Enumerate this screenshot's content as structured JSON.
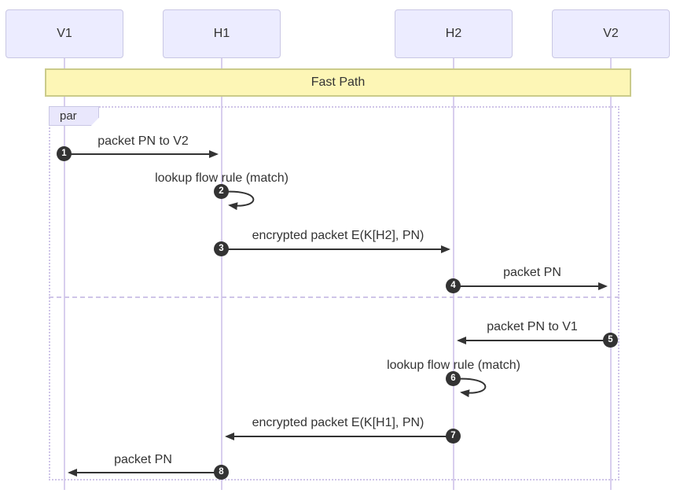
{
  "diagram": {
    "type": "sequence-diagram",
    "participants": [
      {
        "id": "V1",
        "label": "V1"
      },
      {
        "id": "H1",
        "label": "H1"
      },
      {
        "id": "H2",
        "label": "H2"
      },
      {
        "id": "V2",
        "label": "V2"
      }
    ],
    "note_band": {
      "label": "Fast Path"
    },
    "par_block": {
      "label": "par"
    },
    "messages": [
      {
        "num": "1",
        "label": "packet PN to V2",
        "from": "V1",
        "to": "H1",
        "kind": "solid-arrow"
      },
      {
        "num": "2",
        "label": "lookup flow rule (match)",
        "from": "H1",
        "to": "H1",
        "kind": "self-loop"
      },
      {
        "num": "3",
        "label": "encrypted packet E(K[H2], PN)",
        "from": "H1",
        "to": "H2",
        "kind": "solid-arrow"
      },
      {
        "num": "4",
        "label": "packet PN",
        "from": "H2",
        "to": "V2",
        "kind": "solid-arrow"
      },
      {
        "num": "5",
        "label": "packet PN to V1",
        "from": "V2",
        "to": "H2",
        "kind": "solid-arrow"
      },
      {
        "num": "6",
        "label": "lookup flow rule (match)",
        "from": "H2",
        "to": "H2",
        "kind": "self-loop"
      },
      {
        "num": "7",
        "label": "encrypted packet E(K[H1], PN)",
        "from": "H2",
        "to": "H1",
        "kind": "solid-arrow"
      },
      {
        "num": "8",
        "label": "packet PN",
        "from": "H1",
        "to": "V1",
        "kind": "solid-arrow"
      }
    ],
    "colors": {
      "actor_fill": "#ececff",
      "actor_border": "#c9c7e4",
      "lifeline": "#d8ceee",
      "note_fill": "#fdf6b6",
      "note_border": "#cbcb8a",
      "frame_border": "#cfc5e8",
      "arrow": "#333333",
      "number_fill": "#333333",
      "number_text": "#ffffff",
      "text": "#333333"
    }
  }
}
